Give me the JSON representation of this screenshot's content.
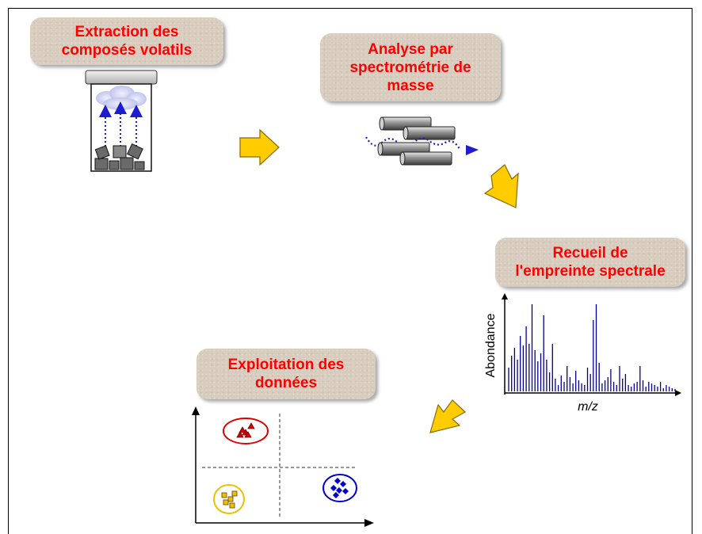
{
  "steps": {
    "extraction": {
      "line1": "Extraction des",
      "line2": "composés volatils"
    },
    "analyse": {
      "line1": "Analyse par",
      "line2": "spectrométrie de",
      "line3": "masse"
    },
    "recueil": {
      "line1": "Recueil de",
      "line2": "l'empreinte spectrale"
    },
    "exploitation": {
      "line1": "Exploitation des",
      "line2": "données"
    }
  },
  "spectrum": {
    "ylabel": "Abondance",
    "xlabel": "m/z"
  },
  "colors": {
    "step_text": "#ff0000",
    "box_bg": "#d7ccbd",
    "arrow_fill": "#ffcc00",
    "spectrum_line": "#00008b",
    "cluster_red": "#e00000",
    "cluster_blue": "#0000cc",
    "cluster_yellow": "#f0c000"
  }
}
